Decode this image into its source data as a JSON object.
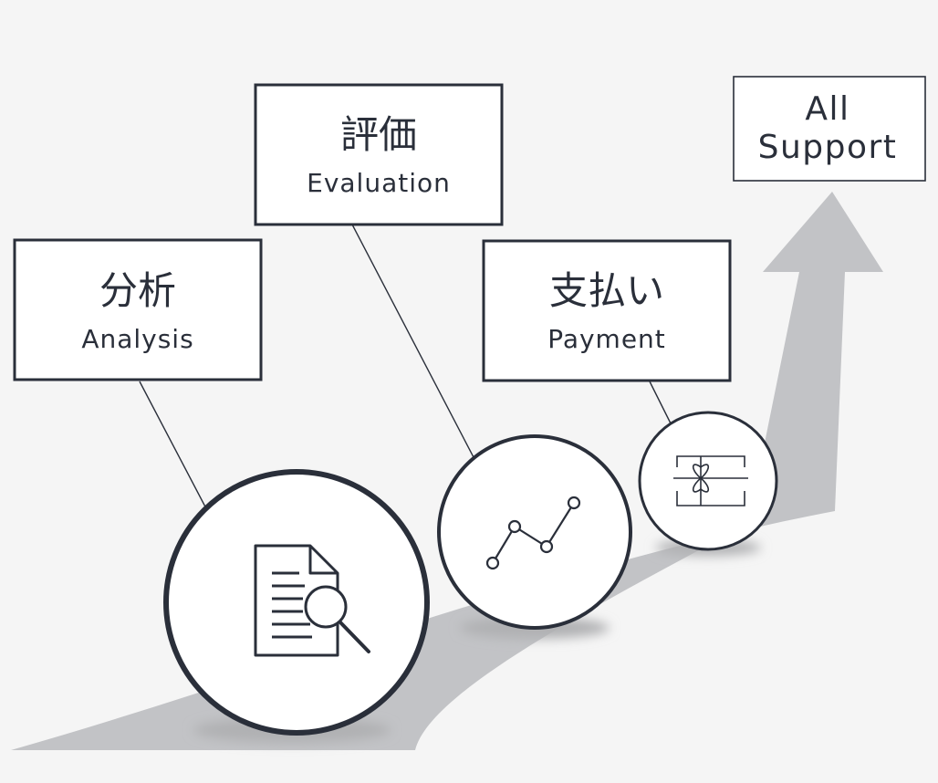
{
  "colors": {
    "background": "#f5f5f5",
    "stroke": "#2a2f3a",
    "arrow": "#c2c3c6",
    "shadow": "#b9babc",
    "box_fill": "#ffffff"
  },
  "steps": [
    {
      "key": "analysis",
      "title_ja": "分析",
      "title_en": "Analysis",
      "icon": "document-search-icon"
    },
    {
      "key": "evaluation",
      "title_ja": "評価",
      "title_en": "Evaluation",
      "icon": "line-chart-icon"
    },
    {
      "key": "payment",
      "title_ja": "支払い",
      "title_en": "Payment",
      "icon": "gift-voucher-icon"
    }
  ],
  "goal": {
    "line1": "All",
    "line2": "Support"
  }
}
